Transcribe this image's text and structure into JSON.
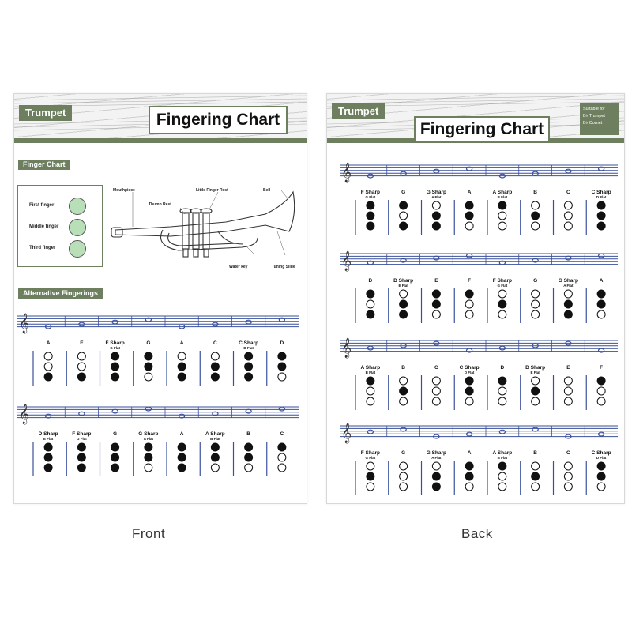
{
  "front": {
    "brand": "Trumpet",
    "title": "Fingering Chart",
    "finger_chart_label": "Finger  Chart",
    "legend": [
      "First finger",
      "Middle finger",
      "Third finger"
    ],
    "trumpet_labels": {
      "mouthpiece": "Mouthpiece",
      "thumb_rest": "Thumb Rest",
      "little_finger_rest": "Little Finger Rest",
      "bell": "Bell",
      "water_key": "Water key",
      "tuning_slide": "Tuning Slide"
    },
    "alt_label": "Alternative Fingerings",
    "rows": [
      {
        "notes": [
          {
            "name": "A",
            "sub": "",
            "v": [
              0,
              0,
              1
            ]
          },
          {
            "name": "E",
            "sub": "",
            "v": [
              0,
              0,
              1
            ]
          },
          {
            "name": "F Sharp",
            "sub": "G Flat",
            "v": [
              1,
              1,
              1
            ]
          },
          {
            "name": "G",
            "sub": "",
            "v": [
              1,
              1,
              0
            ]
          },
          {
            "name": "A",
            "sub": "",
            "v": [
              0,
              1,
              1
            ]
          },
          {
            "name": "C",
            "sub": "",
            "v": [
              0,
              1,
              1
            ]
          },
          {
            "name": "C Sharp",
            "sub": "D Flat",
            "v": [
              1,
              1,
              1
            ]
          },
          {
            "name": "D",
            "sub": "",
            "v": [
              1,
              1,
              0
            ]
          }
        ]
      },
      {
        "notes": [
          {
            "name": "D Sharp",
            "sub": "E Flat",
            "v": [
              1,
              1,
              1
            ]
          },
          {
            "name": "F Sharp",
            "sub": "G Flat",
            "v": [
              1,
              1,
              1
            ]
          },
          {
            "name": "G",
            "sub": "",
            "v": [
              1,
              1,
              1
            ]
          },
          {
            "name": "G Sharp",
            "sub": "A Flat",
            "v": [
              1,
              1,
              0
            ]
          },
          {
            "name": "A",
            "sub": "",
            "v": [
              1,
              1,
              1
            ]
          },
          {
            "name": "A Sharp",
            "sub": "B Flat",
            "v": [
              1,
              1,
              0
            ]
          },
          {
            "name": "B",
            "sub": "",
            "v": [
              1,
              1,
              0
            ]
          },
          {
            "name": "C",
            "sub": "",
            "v": [
              1,
              0,
              0
            ]
          }
        ]
      }
    ]
  },
  "back": {
    "brand": "Trumpet",
    "title": "Fingering Chart",
    "suitable": [
      "Suitable for",
      "B♭ Trumpet",
      "B♭ Cornet"
    ],
    "rows": [
      {
        "notes": [
          {
            "name": "F Sharp",
            "sub": "G Flat",
            "v": [
              1,
              1,
              1
            ]
          },
          {
            "name": "G",
            "sub": "",
            "v": [
              1,
              0,
              1
            ]
          },
          {
            "name": "G Sharp",
            "sub": "A Flat",
            "v": [
              0,
              1,
              1
            ]
          },
          {
            "name": "A",
            "sub": "",
            "v": [
              1,
              1,
              0
            ]
          },
          {
            "name": "A Sharp",
            "sub": "B Flat",
            "v": [
              1,
              0,
              0
            ]
          },
          {
            "name": "B",
            "sub": "",
            "v": [
              0,
              1,
              0
            ]
          },
          {
            "name": "C",
            "sub": "",
            "v": [
              0,
              0,
              0
            ]
          },
          {
            "name": "C Sharp",
            "sub": "D Flat",
            "v": [
              1,
              1,
              1
            ]
          }
        ]
      },
      {
        "notes": [
          {
            "name": "D",
            "sub": "",
            "v": [
              1,
              0,
              1
            ]
          },
          {
            "name": "D Sharp",
            "sub": "E Flat",
            "v": [
              0,
              1,
              1
            ]
          },
          {
            "name": "E",
            "sub": "",
            "v": [
              1,
              1,
              0
            ]
          },
          {
            "name": "F",
            "sub": "",
            "v": [
              1,
              0,
              0
            ]
          },
          {
            "name": "F Sharp",
            "sub": "G Flat",
            "v": [
              0,
              1,
              0
            ]
          },
          {
            "name": "G",
            "sub": "",
            "v": [
              0,
              0,
              0
            ]
          },
          {
            "name": "G Sharp",
            "sub": "A Flat",
            "v": [
              0,
              1,
              1
            ]
          },
          {
            "name": "A",
            "sub": "",
            "v": [
              1,
              1,
              0
            ]
          }
        ]
      },
      {
        "notes": [
          {
            "name": "A Sharp",
            "sub": "B Flat",
            "v": [
              1,
              0,
              0
            ]
          },
          {
            "name": "B",
            "sub": "",
            "v": [
              0,
              1,
              0
            ]
          },
          {
            "name": "C",
            "sub": "",
            "v": [
              0,
              0,
              0
            ]
          },
          {
            "name": "C Sharp",
            "sub": "D Flat",
            "v": [
              1,
              1,
              0
            ]
          },
          {
            "name": "D",
            "sub": "",
            "v": [
              1,
              0,
              0
            ]
          },
          {
            "name": "D Sharp",
            "sub": "E Flat",
            "v": [
              0,
              1,
              0
            ]
          },
          {
            "name": "E",
            "sub": "",
            "v": [
              0,
              0,
              0
            ]
          },
          {
            "name": "F",
            "sub": "",
            "v": [
              1,
              0,
              0
            ]
          }
        ]
      },
      {
        "notes": [
          {
            "name": "F Sharp",
            "sub": "G Flat",
            "v": [
              0,
              1,
              0
            ]
          },
          {
            "name": "G",
            "sub": "",
            "v": [
              0,
              0,
              0
            ]
          },
          {
            "name": "G Sharp",
            "sub": "A Flat",
            "v": [
              0,
              1,
              1
            ]
          },
          {
            "name": "A",
            "sub": "",
            "v": [
              1,
              1,
              0
            ]
          },
          {
            "name": "A Sharp",
            "sub": "B Flat",
            "v": [
              1,
              0,
              0
            ]
          },
          {
            "name": "B",
            "sub": "",
            "v": [
              0,
              1,
              0
            ]
          },
          {
            "name": "C",
            "sub": "",
            "v": [
              0,
              0,
              0
            ]
          },
          {
            "name": "C Sharp",
            "sub": "D Flat",
            "v": [
              1,
              1,
              0
            ]
          }
        ]
      }
    ]
  },
  "captions": {
    "front": "Front",
    "back": "Back"
  },
  "colors": {
    "accent": "#6e7f60",
    "staff": "#3a4f9a",
    "finger": "#b9dfb9"
  }
}
